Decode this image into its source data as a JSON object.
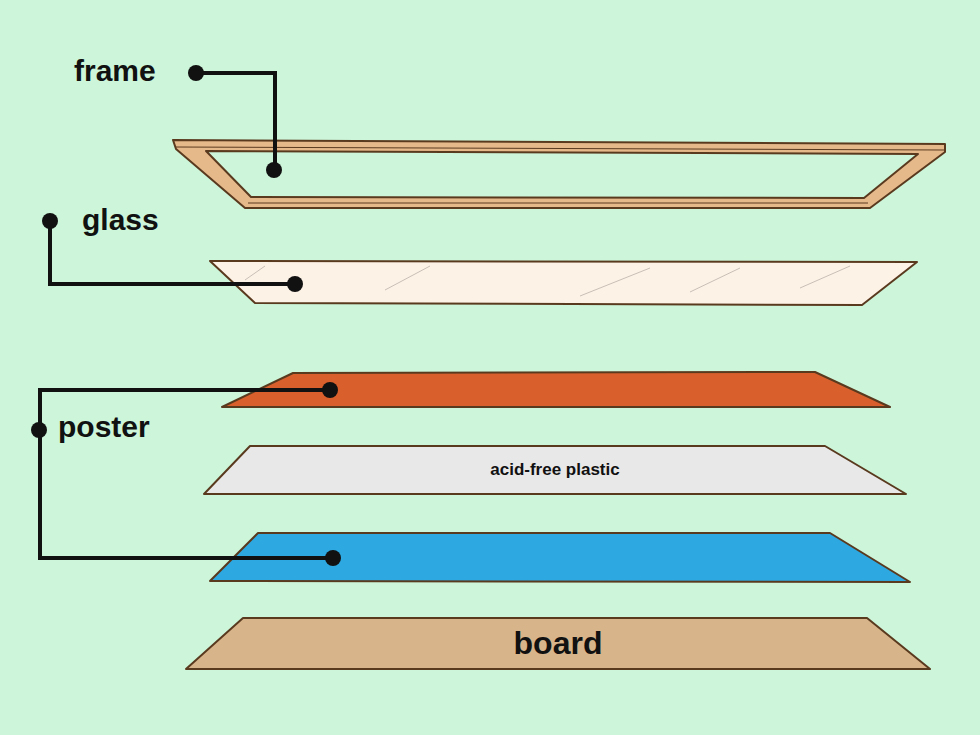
{
  "diagram": {
    "nodes": [
      {
        "text": [
          "acid-free plastic"
        ]
      },
      {
        "text": [
          "board"
        ]
      }
    ],
    "labels": [
      "frame",
      "glass",
      "poster"
    ]
  }
}
